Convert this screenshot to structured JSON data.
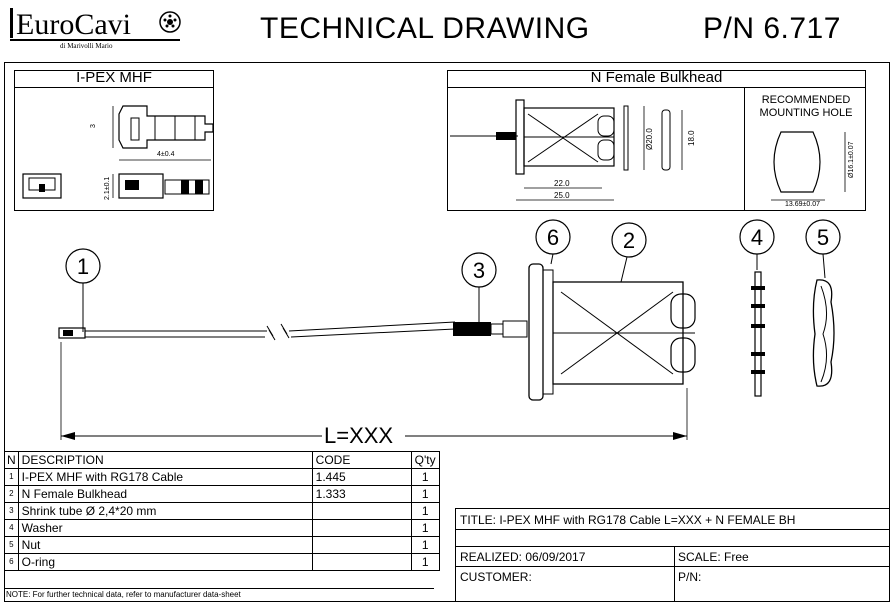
{
  "header": {
    "logo_text": "EuroCavi",
    "logo_subtext": "di Marivolli Mario",
    "title": "TECHNICAL DRAWING",
    "part_number": "P/N 6.717"
  },
  "panels": {
    "left_title": "I-PEX MHF",
    "left_dims": {
      "height": "3",
      "width": "4±0.4",
      "side": "2.1±0.1"
    },
    "right_title": "N Female Bulkhead",
    "right_dims": {
      "len1": "22.0",
      "len2": "25.0",
      "dia": "Ø20.0",
      "side": "18.0"
    },
    "mount_title_1": "RECOMMENDED",
    "mount_title_2": "MOUNTING HOLE",
    "mount_dims": {
      "vertical": "Ø16.1±0.07",
      "horizontal": "13.69±0.07"
    }
  },
  "callouts": [
    "1",
    "2",
    "3",
    "4",
    "5",
    "6"
  ],
  "length_label": "L=XXX",
  "bom": {
    "headers": {
      "n": "N",
      "description": "DESCRIPTION",
      "code": "CODE",
      "qty": "Q'ty"
    },
    "rows": [
      {
        "n": "1",
        "description": "I-PEX MHF with RG178 Cable",
        "code": "1.445",
        "qty": "1"
      },
      {
        "n": "2",
        "description": "N Female Bulkhead",
        "code": "1.333",
        "qty": "1"
      },
      {
        "n": "3",
        "description": "Shrink tube Ø 2,4*20 mm",
        "code": "",
        "qty": "1"
      },
      {
        "n": "4",
        "description": "Washer",
        "code": "",
        "qty": "1"
      },
      {
        "n": "5",
        "description": "Nut",
        "code": "",
        "qty": "1"
      },
      {
        "n": "6",
        "description": "O-ring",
        "code": "",
        "qty": "1"
      }
    ],
    "note": "NOTE: For further technical data, refer to manufacturer data-sheet"
  },
  "title_block": {
    "title": "TITLE: I-PEX MHF with RG178 Cable L=XXX + N FEMALE BH",
    "realized": "REALIZED: 06/09/2017",
    "scale": "SCALE: Free",
    "customer": "CUSTOMER:",
    "pn": "P/N:"
  }
}
